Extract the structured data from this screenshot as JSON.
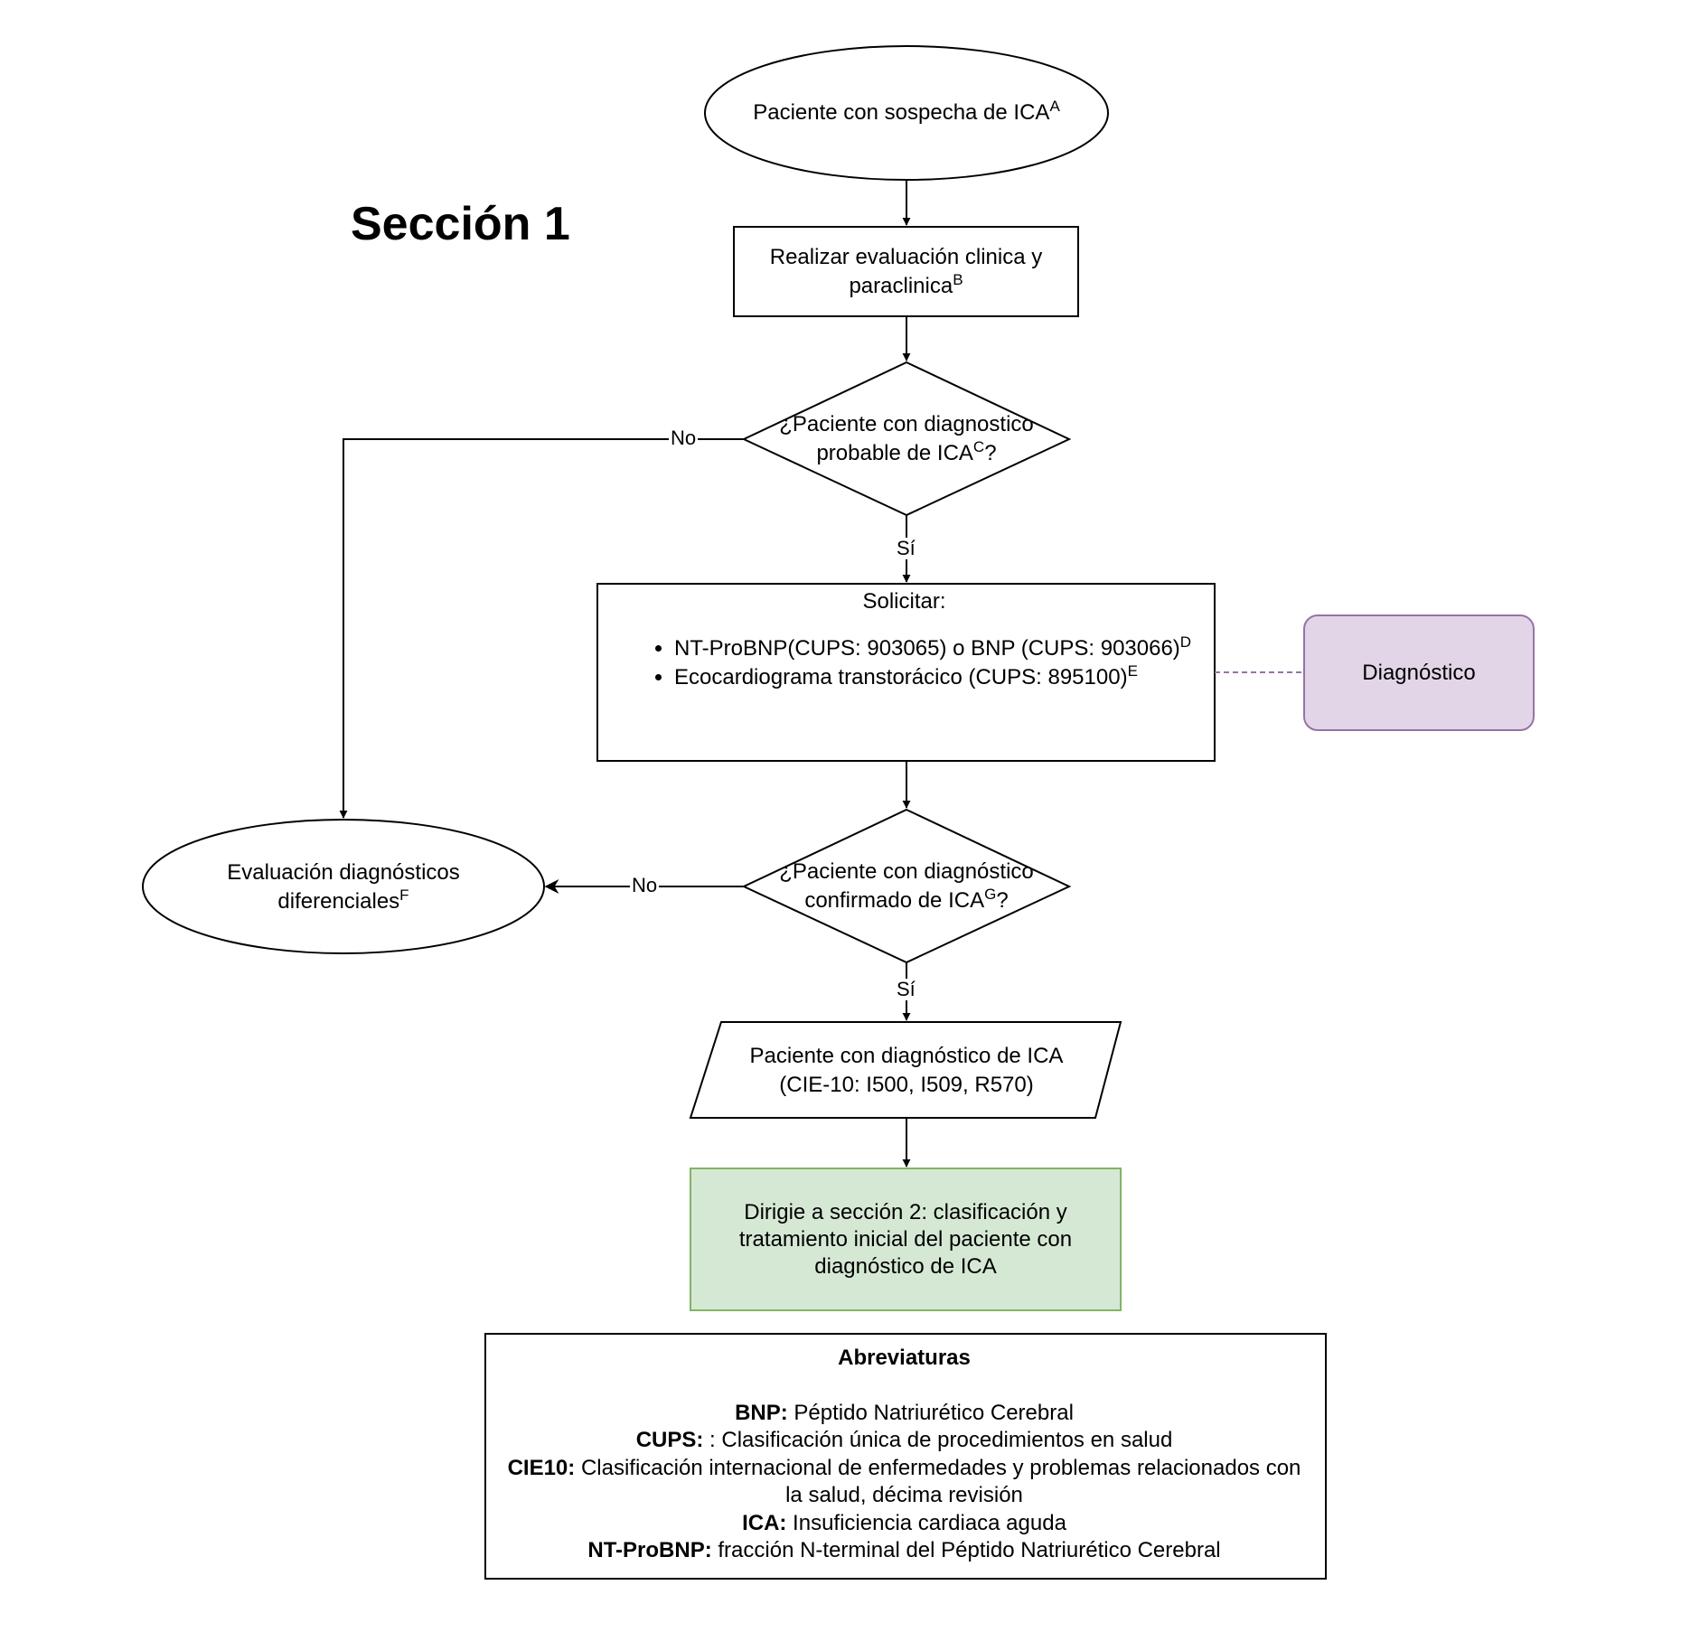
{
  "section_title": "Sección 1",
  "nodes": {
    "start": {
      "text": "Paciente con sospecha de ICA",
      "sup": "A"
    },
    "evaluate": {
      "line1": "Realizar evaluación clinica y",
      "line2": "paraclinica",
      "sup": "B"
    },
    "decision1": {
      "line1": "¿Paciente con diagnostico",
      "line2": "probable de ICA",
      "sup": "C",
      "tail": "?"
    },
    "request": {
      "head": "Solicitar:",
      "item1": "NT-ProBNP(CUPS: 903065) o  BNP (CUPS: 903066)",
      "item1_sup": "D",
      "item2": "Ecocardiograma transtorácico (CUPS: 895100)",
      "item2_sup": "E"
    },
    "diagnostico_tag": {
      "text": "Diagnóstico"
    },
    "differential": {
      "line1": "Evaluación diagnósticos",
      "line2": "diferenciales",
      "sup": "F"
    },
    "decision2": {
      "line1": "¿Paciente con diagnóstico",
      "line2": "confirmado de ICA",
      "sup": "G",
      "tail": "?"
    },
    "confirmed": {
      "line1": "Paciente con diagnóstico de ICA",
      "line2": "(CIE-10: I500, I509, R570)"
    },
    "next_section": {
      "line1": "Dirigie a sección 2: clasificación y",
      "line2": "tratamiento inicial del paciente con",
      "line3": "diagnóstico de ICA"
    }
  },
  "edges": {
    "no1": "No",
    "si1": "Sí",
    "no2": "No",
    "si2": "Sí"
  },
  "abbreviations": {
    "title": "Abreviaturas",
    "bnp_term": "BNP:",
    "bnp_def": " Péptido Natriurético Cerebral",
    "cups_term": "CUPS:",
    "cups_def": " : Clasificación única de procedimientos en salud",
    "cie_term": "CIE10:",
    "cie_def": " Clasificación internacional de enfermedades y problemas relacionados con la salud, décima revisión",
    "ica_term": "ICA:",
    "ica_def": " Insuficiencia cardiaca aguda",
    "nt_term": "NT-ProBNP:",
    "nt_def": " fracción N-terminal del Péptido Natriurético Cerebral"
  },
  "colors": {
    "tag_fill": "#e1d5e7",
    "tag_stroke": "#9673a6",
    "next_fill": "#d5e8d4",
    "next_stroke": "#82b366"
  }
}
